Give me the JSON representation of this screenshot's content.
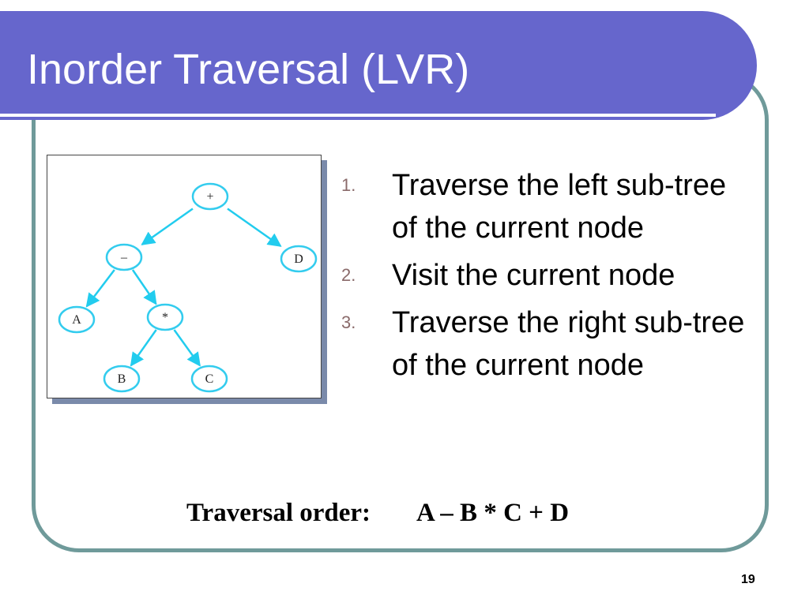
{
  "slide": {
    "title": "Inorder Traversal (LVR)",
    "steps": [
      {
        "number": "1.",
        "text": "Traverse the left sub-tree of the current node"
      },
      {
        "number": "2.",
        "text": "Visit the current node"
      },
      {
        "number": "3.",
        "text": "Traverse the right sub-tree of the current node"
      }
    ],
    "traversal_label": "Traversal order:",
    "traversal_value": "A – B * C + D",
    "page_number": "19"
  },
  "tree": {
    "nodes": [
      {
        "id": "plus",
        "label": "+"
      },
      {
        "id": "minus",
        "label": "–"
      },
      {
        "id": "d",
        "label": "D"
      },
      {
        "id": "a",
        "label": "A"
      },
      {
        "id": "star",
        "label": "*"
      },
      {
        "id": "b",
        "label": "B"
      },
      {
        "id": "c",
        "label": "C"
      }
    ],
    "edges": [
      [
        "plus",
        "minus"
      ],
      [
        "plus",
        "d"
      ],
      [
        "minus",
        "a"
      ],
      [
        "minus",
        "star"
      ],
      [
        "star",
        "b"
      ],
      [
        "star",
        "c"
      ]
    ]
  },
  "colors": {
    "title_bar": "#6666cc",
    "frame_border": "#6f9a9a",
    "tree_line": "#22ccee",
    "node_border": "#33ccee"
  }
}
